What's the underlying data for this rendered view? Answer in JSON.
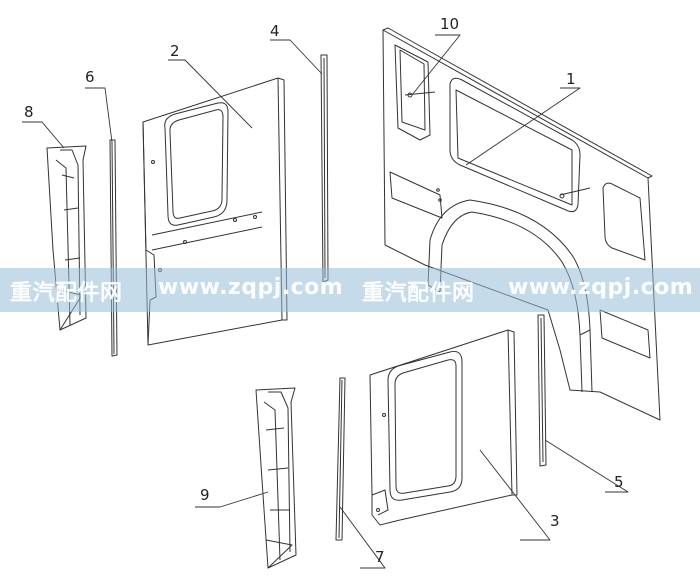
{
  "callouts": {
    "c1": "1",
    "c2": "2",
    "c3": "3",
    "c4": "4",
    "c5": "5",
    "c6": "6",
    "c7": "7",
    "c8": "8",
    "c9": "9",
    "c10": "10"
  },
  "watermark": {
    "left_brand": "重汽配件网",
    "left_url": "www.zqpj.com",
    "right_brand": "重汽配件网",
    "right_url": "www.zqpj.com"
  },
  "colors": {
    "line": "#333333",
    "band": "#96bed7",
    "watermark_text": "#ffffff"
  }
}
